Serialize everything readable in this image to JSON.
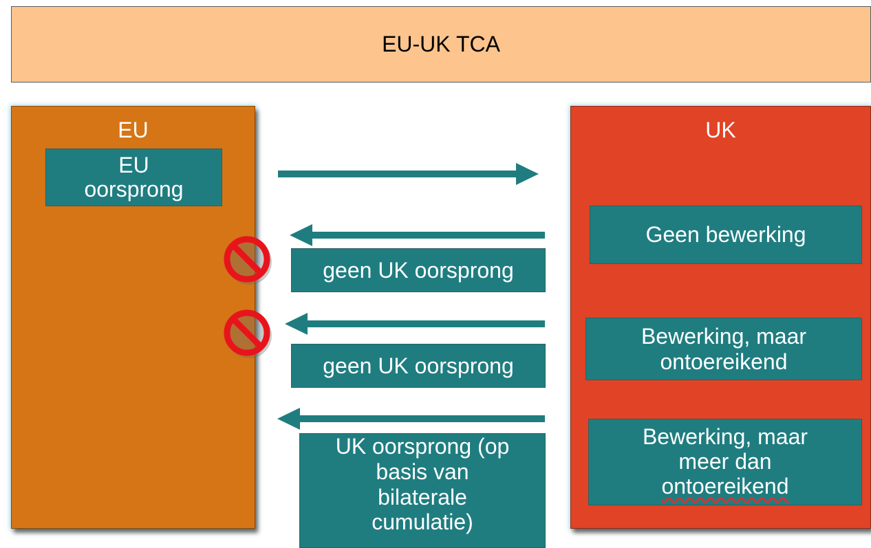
{
  "title": "EU-UK TCA",
  "eu": {
    "label": "EU",
    "origin_box": {
      "line1": "EU",
      "line2": "oorsprong"
    }
  },
  "uk": {
    "label": "UK",
    "boxes": [
      {
        "lines": [
          "Geen bewerking"
        ]
      },
      {
        "lines": [
          "Bewerking, maar",
          "ontoereikend"
        ]
      },
      {
        "lines": [
          "Bewerking, maar",
          "meer dan",
          "ontoereikend"
        ]
      }
    ]
  },
  "flows": [
    {
      "label": "geen UK oorsprong",
      "blocked": true
    },
    {
      "label": "geen UK oorsprong",
      "blocked": true
    },
    {
      "lines": [
        "UK oorsprong (op",
        "basis van",
        "bilaterale",
        "cumulatie)"
      ],
      "blocked": false
    }
  ],
  "colors": {
    "title_bar": "#fdc48d",
    "eu_panel": "#d57516",
    "uk_panel": "#e04325",
    "teal": "#1f7d80",
    "arrow": "#1f7d80",
    "no_sign": "#e8141c"
  }
}
